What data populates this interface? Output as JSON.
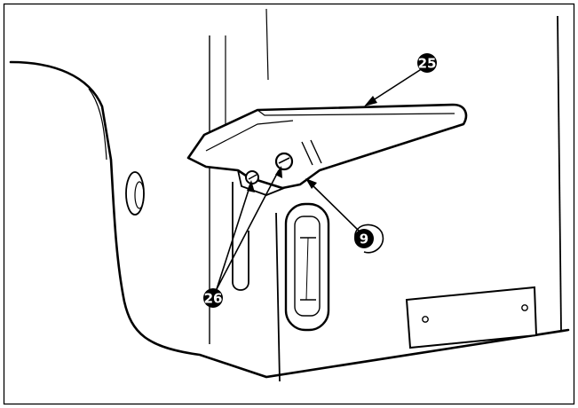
{
  "callouts": {
    "plate_bracket": {
      "label": "25"
    },
    "screw": {
      "label": "9"
    },
    "bracket_screws": {
      "label": "26"
    }
  },
  "colors": {
    "ink": "#000000",
    "paper": "#ffffff"
  }
}
